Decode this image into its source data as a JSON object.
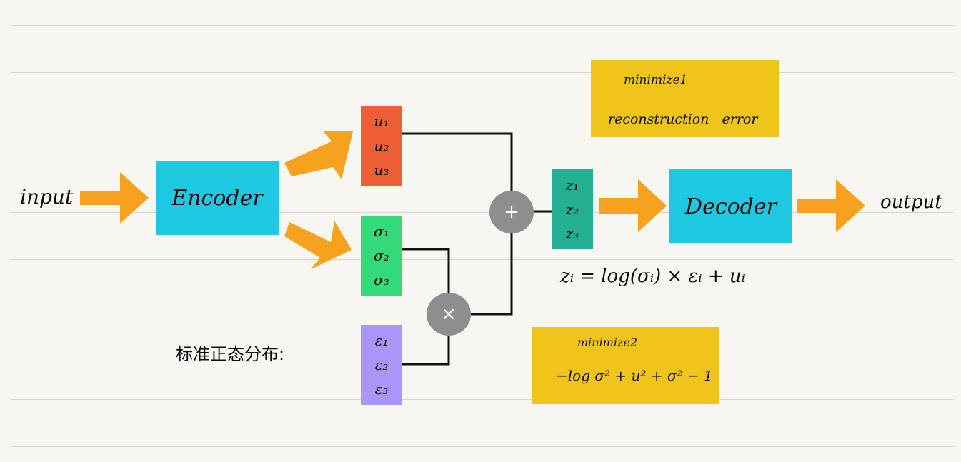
{
  "labels": {
    "input": "input",
    "output": "output",
    "encoder": "Encoder",
    "decoder": "Decoder",
    "standard_normal": "标准正态分布:",
    "formula": "zᵢ = log(σᵢ) × εᵢ + uᵢ"
  },
  "mu_vector": [
    "u₁",
    "u₂",
    "u₃"
  ],
  "sigma_vector": [
    "σ₁",
    "σ₂",
    "σ₃"
  ],
  "epsilon_vector": [
    "ε₁",
    "ε₂",
    "ε₃"
  ],
  "z_vector": [
    "z₁",
    "z₂",
    "z₃"
  ],
  "operators": {
    "add": "+",
    "multiply": "×"
  },
  "notes": {
    "minimize1_title": "minimize1",
    "minimize1_text": "reconstruction   error",
    "minimize2_title": "minimize2",
    "minimize2_text": "−log σ² + u² + σ² − 1"
  },
  "colors": {
    "paper": "#f8f6f1",
    "encoder_decoder": "#1ec8e0",
    "mu": "#ee5e34",
    "sigma": "#34d97a",
    "epsilon": "#a996f6",
    "z": "#23af92",
    "operator": "#8e8e8e",
    "arrow": "#f6a21f",
    "note": "#f1c41b"
  }
}
